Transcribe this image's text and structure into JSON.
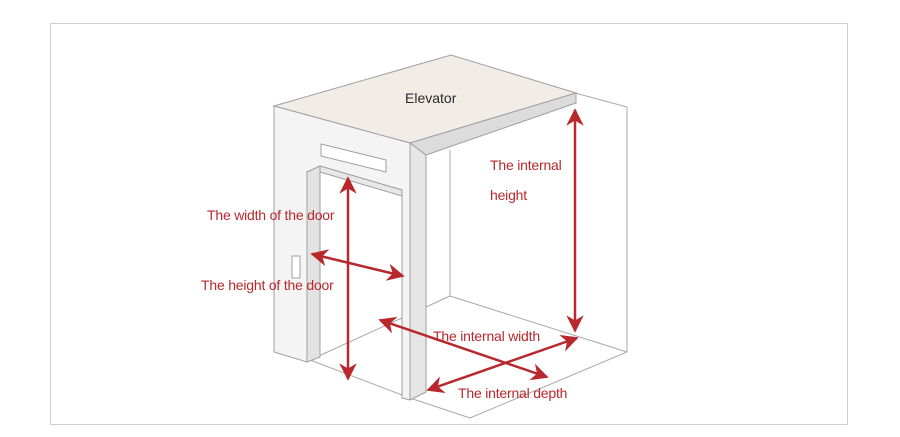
{
  "diagram": {
    "title": "Elevator",
    "labels": {
      "door_width": "The width of the door",
      "door_height": "The height of the door",
      "internal_height_line1": "The internal",
      "internal_height_line2": "height",
      "internal_width": "The internal width",
      "internal_depth": "The internal depth"
    },
    "colors": {
      "arrow": "#b8282c",
      "ceiling": "#f2ece6",
      "wall": "#f5f5f5",
      "outline": "#9a9a9a",
      "frame_border": "#cfcfcf"
    }
  }
}
